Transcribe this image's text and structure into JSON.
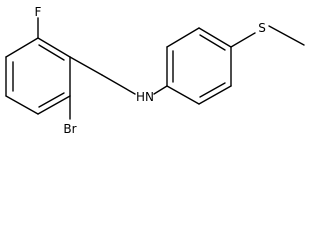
{
  "atoms": {
    "fluorine": "F",
    "bromine": "Br",
    "amine": "HN",
    "sulfur": "S"
  },
  "colors": {
    "bond": "#000000",
    "label": "#000000",
    "background": "#ffffff"
  }
}
